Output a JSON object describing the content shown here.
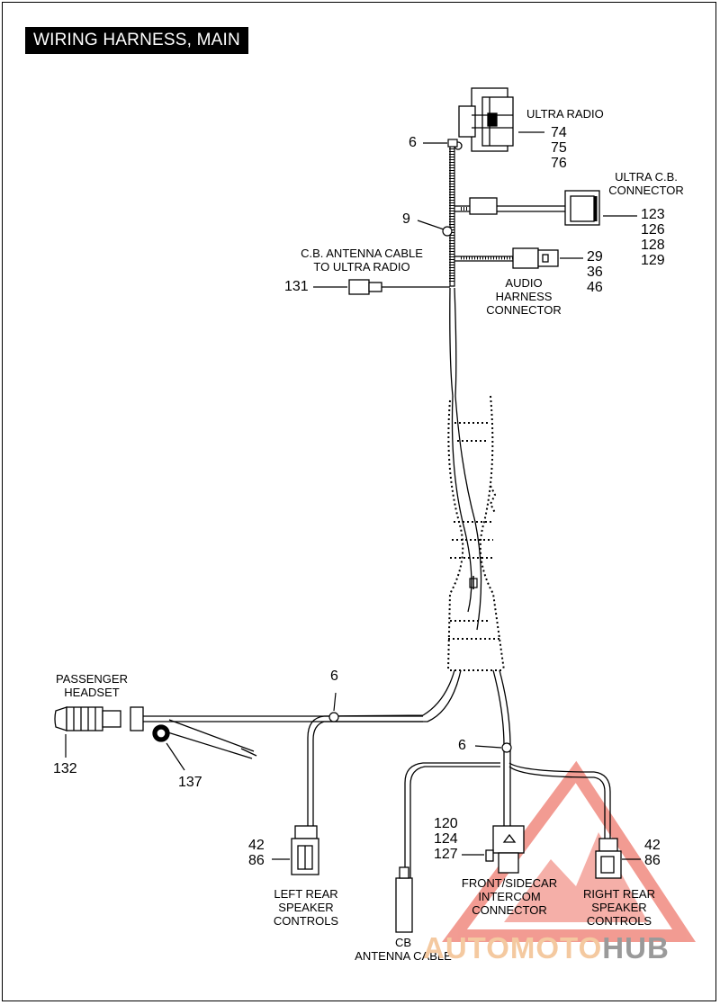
{
  "title": "WIRING HARNESS, MAIN",
  "labels": {
    "ultra_radio": "ULTRA RADIO",
    "ultra_cb_connector": [
      "ULTRA C.B.",
      "CONNECTOR"
    ],
    "cb_antenna_cable_to_radio": [
      "C.B. ANTENNA CABLE",
      "TO ULTRA RADIO"
    ],
    "audio_harness_connector": [
      "AUDIO",
      "HARNESS",
      "CONNECTOR"
    ],
    "passenger_headset": [
      "PASSENGER",
      "HEADSET"
    ],
    "left_rear_speaker_controls": [
      "LEFT REAR",
      "SPEAKER",
      "CONTROLS"
    ],
    "front_sidecar_intercom_connector": [
      "FRONT/SIDECAR",
      "INTERCOM",
      "CONNECTOR"
    ],
    "right_rear_speaker_controls": [
      "RIGHT REAR",
      "SPEAKER",
      "CONTROLS"
    ],
    "cb_antenna_cable": [
      "CB",
      "ANTENNA CABLE"
    ]
  },
  "callouts": {
    "ultra_radio": [
      "74",
      "75",
      "76"
    ],
    "ultra_cb_connector": [
      "123",
      "126",
      "128",
      "129"
    ],
    "audio_harness_connector": [
      "29",
      "36",
      "46"
    ],
    "cb_antenna_cable_to_radio": "131",
    "clip_top": "6",
    "tie_top": "9",
    "clip_middle": "6",
    "clip_lower": "6",
    "passenger_headset": "132",
    "passenger_headset_cable": "137",
    "left_rear_speaker": [
      "42",
      "86"
    ],
    "front_sidecar_intercom": [
      "120",
      "124",
      "127"
    ],
    "right_rear_speaker": [
      "42",
      "86"
    ]
  },
  "watermark": {
    "part1": "AUTOMOTO",
    "part2": "HUB"
  },
  "colors": {
    "title_bg": "#000000",
    "title_text": "#ffffff",
    "watermark_logo": "#e84a3a",
    "watermark_text": "#f4c9a0",
    "watermark_text_dark": "#9a9a9a"
  }
}
